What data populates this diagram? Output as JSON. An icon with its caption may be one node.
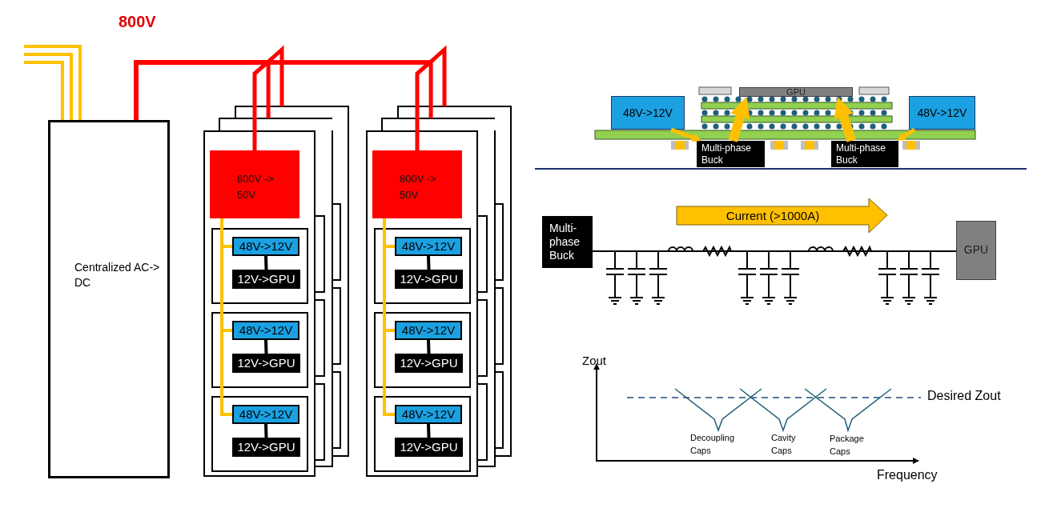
{
  "diagram": {
    "nodes": [
      {
        "text": [
          "Centralized AC-> DC"
        ]
      },
      {
        "text": [],
        "shape": "box"
      },
      {
        "text": [
          "800V -> 50V"
        ],
        "in": 1
      },
      {
        "text": [],
        "shape": "box",
        "in": 1
      },
      {
        "text": [
          "48V->12V"
        ],
        "in": 3
      },
      {
        "text": [
          "12V->GPU"
        ],
        "in": 3
      },
      {
        "text": [],
        "shape": "box",
        "in": 1
      },
      {
        "text": [
          "48V->12V"
        ],
        "in": 6
      },
      {
        "text": [
          "12V->GPU"
        ],
        "in": 6
      },
      {
        "text": [],
        "shape": "box",
        "in": 1
      },
      {
        "text": [
          "48V->12V"
        ],
        "in": 9
      },
      {
        "text": [
          "12V->GPU"
        ],
        "in": 9
      },
      {
        "text": [],
        "shape": "box"
      },
      {
        "text": [
          "800V -> 50V"
        ],
        "in": 12
      },
      {
        "text": [],
        "shape": "box",
        "in": 12
      },
      {
        "text": [
          "48V->12V"
        ],
        "in": 14
      },
      {
        "text": [
          "12V->GPU"
        ],
        "in": 14
      },
      {
        "text": [],
        "shape": "box",
        "in": 12
      },
      {
        "text": [
          "48V->12V"
        ],
        "in": 17
      },
      {
        "text": [
          "12V->GPU"
        ],
        "in": 17
      },
      {
        "text": [],
        "shape": "box",
        "in": 12
      },
      {
        "text": [
          "48V->12V"
        ],
        "in": 20
      },
      {
        "text": [
          "12V->GPU"
        ],
        "in": 20
      },
      {
        "text": [
          "48V->12V"
        ]
      },
      {
        "text": [
          "GPU"
        ]
      },
      {
        "text": [
          "48V->12V"
        ]
      },
      {
        "text": [
          "Multi-phase Buck"
        ]
      },
      {
        "text": [
          "Multi-phase Buck"
        ]
      },
      {
        "text": [
          "Multi-phase Buck"
        ]
      },
      {
        "text": [
          "GPU"
        ]
      }
    ],
    "edges": [
      {
        "from": null,
        "to": 0,
        "arrow": "none",
        "color": "#ffc000"
      },
      {
        "from": null,
        "to": 0,
        "arrow": "none",
        "color": "#ffc000"
      },
      {
        "from": null,
        "to": 0,
        "arrow": "none",
        "color": "#ffc000"
      },
      {
        "from": 0,
        "to": 2,
        "arrow": "none",
        "color": "#ff0000"
      },
      {
        "from": 0,
        "to": 1,
        "arrow": "none",
        "color": "#ff0000"
      },
      {
        "from": 0,
        "to": 1,
        "arrow": "none",
        "color": "#ff0000"
      },
      {
        "from": 0,
        "to": 13,
        "arrow": "none",
        "color": "#ff0000"
      },
      {
        "from": 0,
        "to": 12,
        "arrow": "none",
        "color": "#ff0000"
      },
      {
        "from": 0,
        "to": 12,
        "arrow": "none",
        "color": "#ff0000"
      },
      {
        "from": 2,
        "to": 4,
        "arrow": "none",
        "color": "#ffc000"
      },
      {
        "from": 2,
        "to": 7,
        "arrow": "none",
        "color": "#ffc000"
      },
      {
        "from": 2,
        "to": 10,
        "arrow": "none",
        "color": "#ffc000"
      },
      {
        "from": 4,
        "to": 5,
        "arrow": "none",
        "color": "#000000"
      },
      {
        "from": 7,
        "to": 8,
        "arrow": "none",
        "color": "#000000"
      },
      {
        "from": 10,
        "to": 11,
        "arrow": "none",
        "color": "#000000"
      },
      {
        "from": 13,
        "to": 15,
        "arrow": "none",
        "color": "#ffc000"
      },
      {
        "from": 13,
        "to": 18,
        "arrow": "none",
        "color": "#ffc000"
      },
      {
        "from": 13,
        "to": 21,
        "arrow": "none",
        "color": "#ffc000"
      },
      {
        "from": 15,
        "to": 16,
        "arrow": "none",
        "color": "#000000"
      },
      {
        "from": 18,
        "to": 19,
        "arrow": "none",
        "color": "#000000"
      },
      {
        "from": 21,
        "to": 22,
        "arrow": "none",
        "color": "#000000"
      },
      {
        "from": 23,
        "to": 26,
        "arrow": "to",
        "color": "#ffc000"
      },
      {
        "from": 25,
        "to": 27,
        "arrow": "to",
        "color": "#ffc000"
      },
      {
        "from": 26,
        "to": 24,
        "arrow": "to",
        "style": "thick",
        "color": "#ffc000"
      },
      {
        "from": 27,
        "to": 24,
        "arrow": "to",
        "style": "thick",
        "color": "#ffc000"
      },
      {
        "from": 28,
        "to": 29,
        "arrow": "none",
        "color": "#000000"
      }
    ],
    "labels": [
      "800V",
      "Current (>1000A)",
      "Zout",
      "Desired Zout",
      "Decoupling Caps",
      "Cavity Caps",
      "Package Caps",
      "Frequency"
    ]
  }
}
